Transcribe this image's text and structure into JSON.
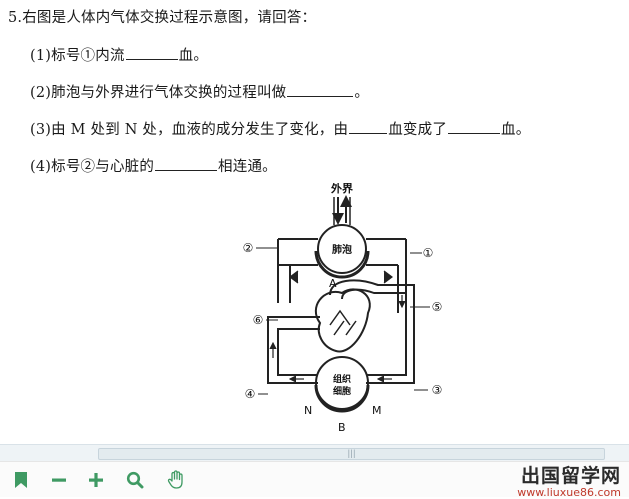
{
  "question": {
    "title": "5.右图是人体内气体交换过程示意图，请回答：",
    "q1": {
      "before": "(1)标号①内流",
      "after": "血。"
    },
    "q2": {
      "before": "(2)肺泡与外界进行气体交换的过程叫做",
      "after": "。"
    },
    "q3": {
      "p1": "(3)由 M 处到 N 处，血液的成分发生了变化，由",
      "p2": "血变成了",
      "p3": "血。"
    },
    "q4": {
      "before": "(4)标号②与心脏的",
      "after": "相连通。"
    }
  },
  "diagram": {
    "outside": "外界",
    "alveolus": "肺泡",
    "tissue_line1": "组织",
    "tissue_line2": "细胞",
    "label_A": "A",
    "label_B": "B",
    "label_M": "M",
    "label_N": "N",
    "marker_1": "①",
    "marker_2": "②",
    "marker_3": "③",
    "marker_4": "④",
    "marker_5": "⑤",
    "marker_6": "⑥"
  },
  "scrollbar": {
    "grip": "|||"
  },
  "toolbar": {
    "icons": [
      "bookmark-icon",
      "minus-icon",
      "plus-icon",
      "search-icon",
      "hand-icon"
    ],
    "icon_color": "#3f9a63"
  },
  "watermark": {
    "name": "出国留学网",
    "url": "www.liuxue86.com"
  }
}
